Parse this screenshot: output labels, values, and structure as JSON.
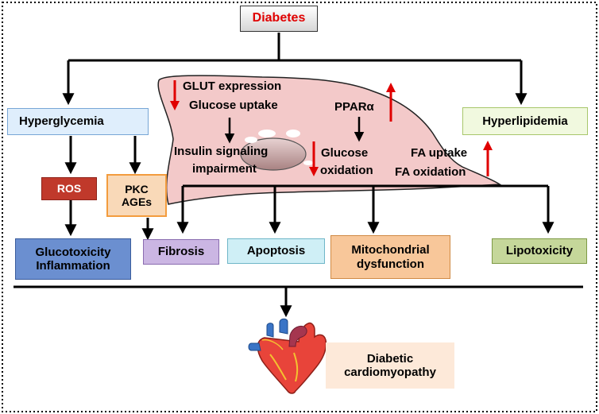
{
  "title": "Diabetes",
  "nodes": {
    "hyperglycemia": "Hyperglycemia",
    "hyperlipidemia": "Hyperlipidemia",
    "ros": "ROS",
    "pkc": "PKC",
    "ages": "AGEs",
    "glucotoxicity": "Glucotoxicity",
    "inflammation": "Inflammation",
    "fibrosis": "Fibrosis",
    "apoptosis": "Apoptosis",
    "mito_1": "Mitochondrial",
    "mito_2": "dysfunction",
    "lipotoxicity": "Lipotoxicity",
    "outcome_1": "Diabetic",
    "outcome_2": "cardiomyopathy"
  },
  "cell_labels": {
    "glut": "GLUT expression",
    "glucose_uptake": "Glucose uptake",
    "ppar": "PPARα",
    "insulin_1": "Insulin signaling",
    "insulin_2": "impairment",
    "glucose_ox_1": "Glucose",
    "glucose_ox_2": "oxidation",
    "fa_uptake": "FA uptake",
    "fa_ox": "FA oxidation"
  },
  "colors": {
    "title_text": "#e00000",
    "hyperglycemia_fill": "#dfeefc",
    "hyperlipidemia_fill": "#f1f9df",
    "ros_fill": "#c0392b",
    "pkc_fill": "#f9d9b8",
    "pkc_border": "#f39c3e",
    "glucotoxicity_fill": "#6b8fd0",
    "fibrosis_fill": "#cbb6e3",
    "apoptosis_fill": "#cfeff6",
    "mito_fill": "#f8c79a",
    "lipotoxicity_fill": "#c5d79a",
    "outcome_fill": "#fde9d9",
    "cell_fill": "#f3c9c9",
    "red_arrow": "#e00000"
  },
  "icons": [
    "heart-icon"
  ]
}
